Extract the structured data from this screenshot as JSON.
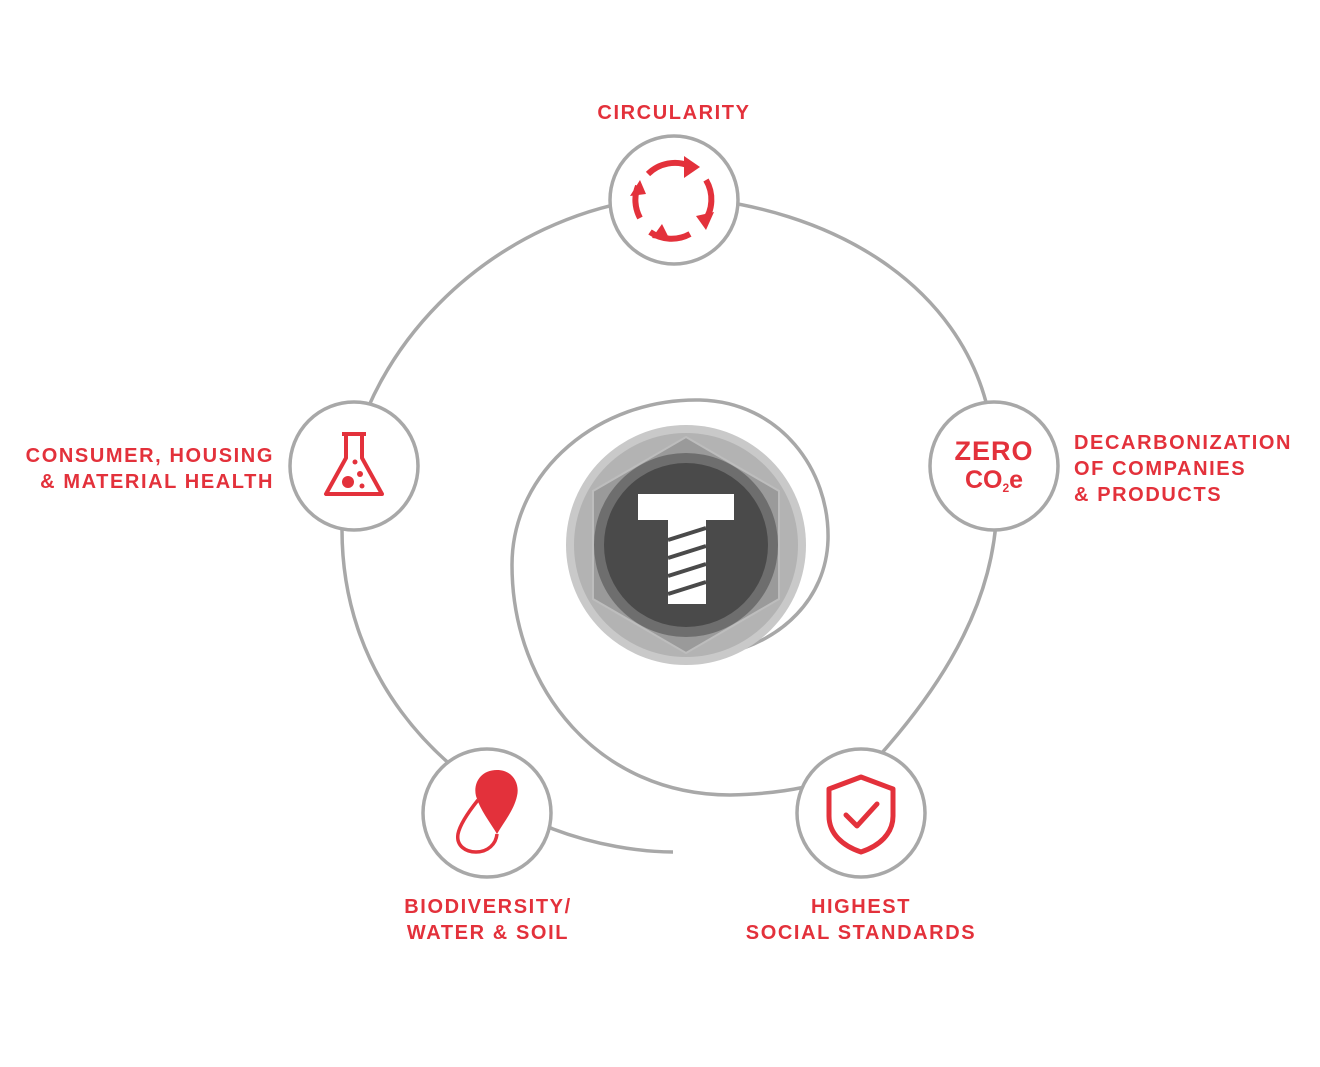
{
  "colors": {
    "accent": "#e3313b",
    "line": "#a8a8a8",
    "hub_dark": "#4a4a4a",
    "hub_mid": "#8c8c8c",
    "hub_light": "#c9c9c9"
  },
  "center": {
    "icon": "screw-t-logo-icon"
  },
  "nodes": [
    {
      "id": "circularity",
      "icon": "recycle-arrows-icon",
      "label_lines": [
        "CIRCULARITY"
      ]
    },
    {
      "id": "decarbonization",
      "icon": "zero-co2e-badge",
      "badge": {
        "top": "ZERO",
        "main": "CO",
        "subscript": "2",
        "suffix": "e"
      },
      "label_lines": [
        "DECARBONIZATION",
        "OF COMPANIES",
        "& PRODUCTS"
      ]
    },
    {
      "id": "social",
      "icon": "shield-check-icon",
      "label_lines": [
        "HIGHEST",
        "SOCIAL STANDARDS"
      ]
    },
    {
      "id": "biodiversity",
      "icon": "water-drop-icon",
      "label_lines": [
        "BIODIVERSITY/",
        "WATER & SOIL"
      ]
    },
    {
      "id": "health",
      "icon": "flask-icon",
      "label_lines": [
        "CONSUMER, HOUSING",
        "& MATERIAL HEALTH"
      ]
    }
  ]
}
